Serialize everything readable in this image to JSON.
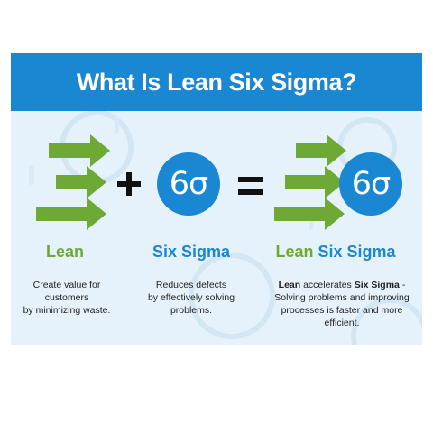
{
  "title": "What Is Lean Six Sigma?",
  "colors": {
    "header_bg": "#1a87d2",
    "panel_bg": "#e6f2fb",
    "lean_green": "#6fa935",
    "sigma_blue": "#1a87d2",
    "operator": "#111111"
  },
  "lean": {
    "label": "Lean",
    "desc_line1": "Create value for customers",
    "desc_line2": "by minimizing waste.",
    "icon": "green-arrows-icon"
  },
  "operators": {
    "plus": "+",
    "equals": "="
  },
  "six_sigma": {
    "symbol": "6σ",
    "label": "Six Sigma",
    "desc_line1": "Reduces defects",
    "desc_line2": "by effectively solving problems."
  },
  "result": {
    "symbol": "6σ",
    "label_lean": "Lean",
    "label_sigma": "Six Sigma",
    "desc_a": "Lean",
    "desc_b": " accelerates ",
    "desc_c": "Six Sigma",
    "desc_d": " -",
    "desc_line2": "Solving problems and improving",
    "desc_line3": "processes is faster and more efficient."
  }
}
